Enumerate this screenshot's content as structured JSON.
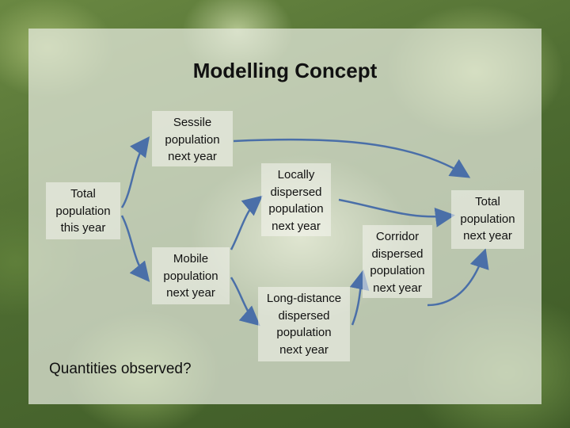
{
  "title": "Modelling Concept",
  "nodes": {
    "sessile": [
      "Sessile",
      "population",
      "next year"
    ],
    "total_this": [
      "Total",
      "population",
      "this year"
    ],
    "locally": [
      "Locally",
      "dispersed",
      "population",
      "next year"
    ],
    "mobile": [
      "Mobile",
      "population",
      "next year"
    ],
    "corridor": [
      "Corridor",
      "dispersed",
      "population",
      "next year"
    ],
    "total_next": [
      "Total",
      "population",
      "next year"
    ],
    "long_distance": [
      "Long-distance",
      "dispersed",
      "population",
      "next year"
    ]
  },
  "question": "Quantities observed?",
  "colors": {
    "arrow": "#4a6fa8",
    "panel": "#e8ece0"
  }
}
